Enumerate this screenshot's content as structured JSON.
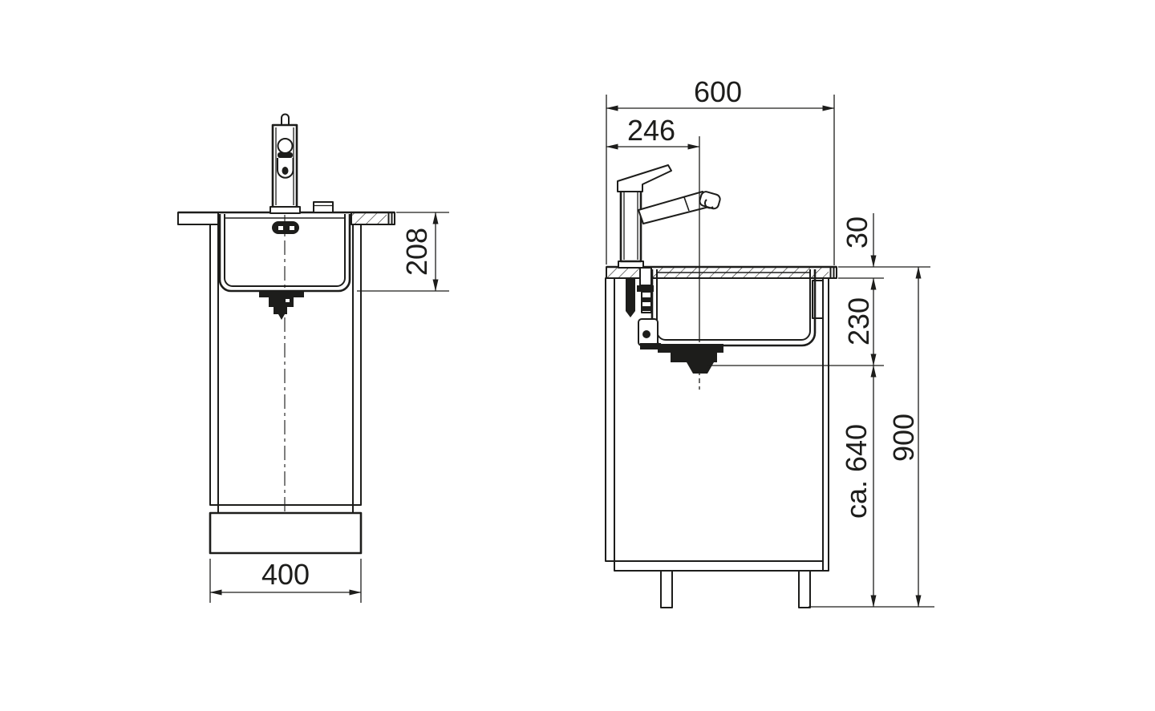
{
  "drawing": {
    "title": "sink-cabinet-installation-drawing",
    "background": "#ffffff",
    "line_color": "#1d1d1b",
    "front_view": {
      "dims": {
        "bowl_depth": "208",
        "cabinet_width": "400"
      }
    },
    "side_view": {
      "dims": {
        "worktop_depth": "600",
        "tap_center_offset": "246",
        "worktop_thickness": "30",
        "bowl_depth": "230",
        "under_bowl_clearance": "ca. 640",
        "worktop_height": "900"
      }
    }
  }
}
